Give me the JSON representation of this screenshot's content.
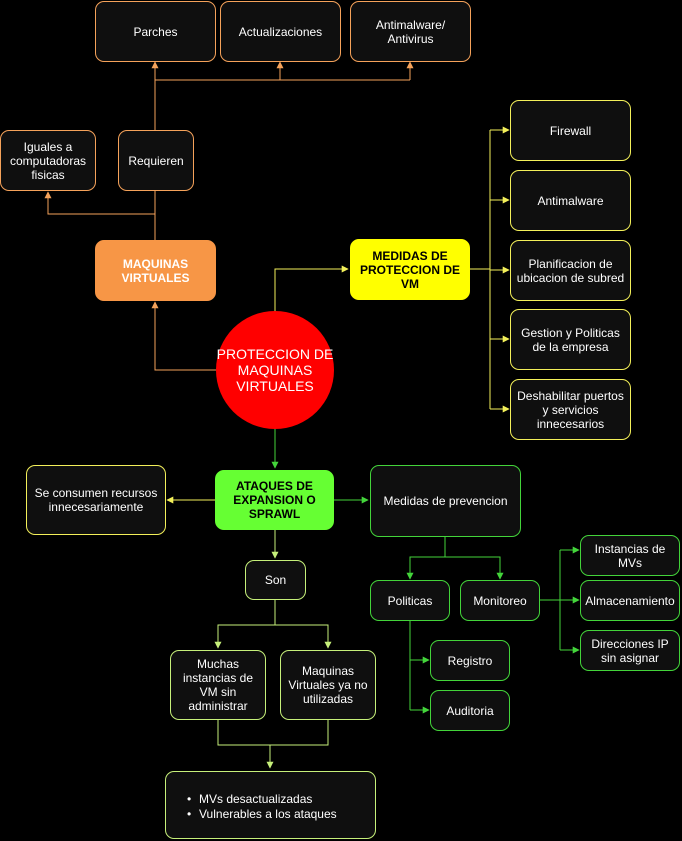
{
  "center": "PROTECCION DE MAQUINAS VIRTUALES",
  "maquinas_virtuales": {
    "title": "MAQUINAS VIRTUALES",
    "iguales": "Iguales a computadoras fisicas",
    "requieren": "Requieren",
    "requirements": [
      "Parches",
      "Actualizaciones",
      "Antimalware/ Antivirus"
    ]
  },
  "medidas": {
    "title": "MEDIDAS DE PROTECCION DE VM",
    "items": [
      "Firewall",
      "Antimalware",
      "Planificacion de ubicacion de subred",
      "Gestion y Politicas de la empresa",
      "Deshabilitar puertos y servicios innecesarios"
    ]
  },
  "ataques": {
    "title": "ATAQUES DE EXPANSION O SPRAWL",
    "consumen": "Se consumen recursos innecesariamente",
    "son": "Son",
    "types": [
      "Muchas instancias de VM sin administrar",
      "Maquinas Virtuales ya no utilizadas"
    ],
    "consequences": [
      "MVs desactualizadas",
      "Vulnerables a los ataques"
    ]
  },
  "prevencion": {
    "title": "Medidas de prevencion",
    "politicas": "Politicas",
    "monitoreo": "Monitoreo",
    "politicas_items": [
      "Registro",
      "Auditoria"
    ],
    "monitoreo_items": [
      "Instancias de MVs",
      "Almacenamiento",
      "Direcciones IP sin asignar"
    ]
  },
  "colors": {
    "orange": "#f79646",
    "yellow": "#ffff00",
    "green": "#66ff33",
    "red": "#ff0000",
    "dark_green": "#43d43a"
  }
}
